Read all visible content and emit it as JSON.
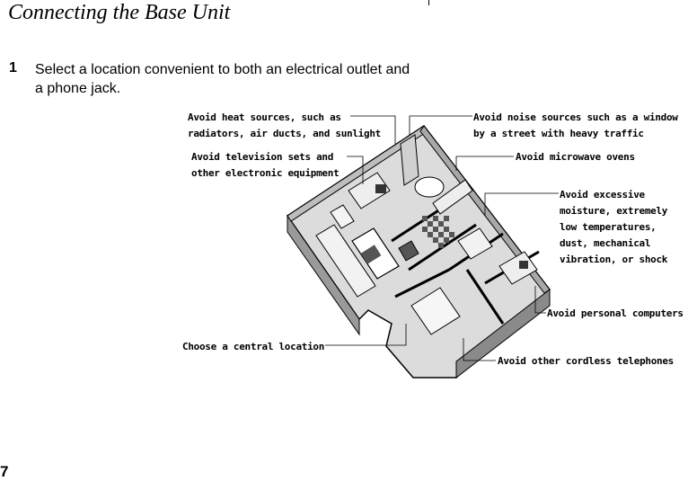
{
  "page": {
    "title": "Connecting the Base Unit",
    "page_number": "7"
  },
  "step": {
    "number": "1",
    "text": "Select a location convenient to both an electrical outlet and a phone jack."
  },
  "diagram": {
    "callouts": {
      "heat": "Avoid heat sources, such as\nradiators, air ducts, and sunlight",
      "tv": "Avoid television sets and\nother electronic equipment",
      "central": "Choose a central location",
      "noise": "Avoid noise sources such as a window\nby a street with heavy traffic",
      "microwave": "Avoid microwave ovens",
      "moisture": "Avoid excessive\nmoisture, extremely\nlow temperatures,\ndust, mechanical\nvibration, or shock",
      "computers": "Avoid personal computers",
      "cordless": "Avoid other cordless telephones"
    }
  }
}
